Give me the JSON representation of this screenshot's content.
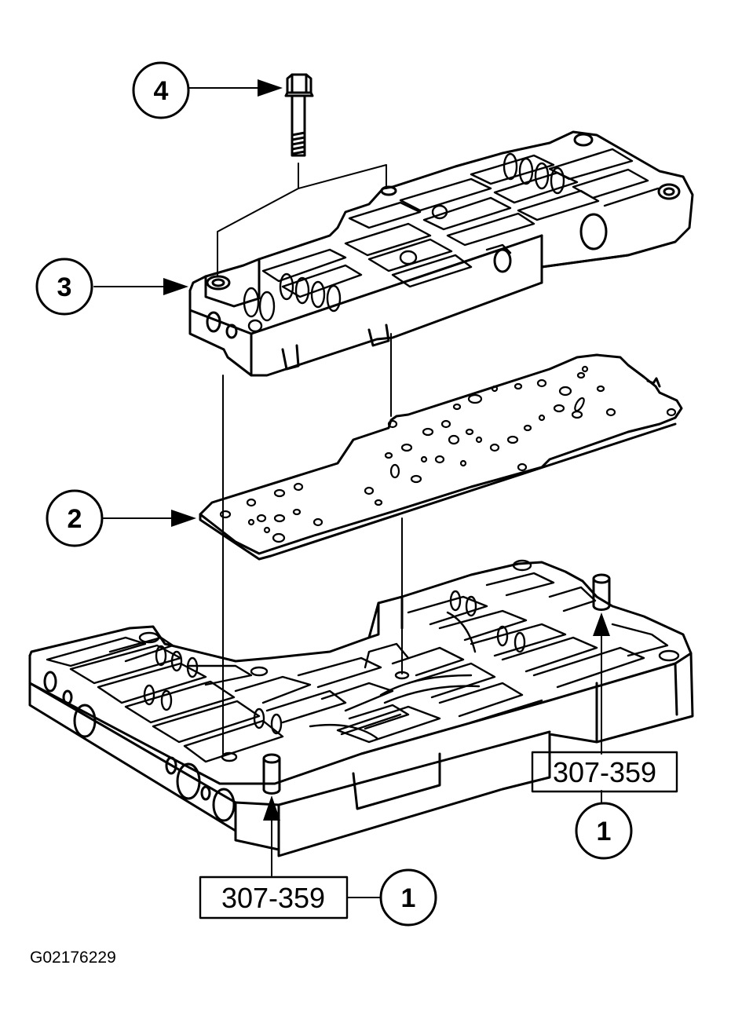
{
  "callouts": [
    {
      "id": "c4",
      "label": "4"
    },
    {
      "id": "c3",
      "label": "3"
    },
    {
      "id": "c2",
      "label": "2"
    },
    {
      "id": "c1a",
      "label": "1"
    },
    {
      "id": "c1b",
      "label": "1"
    }
  ],
  "tools": [
    {
      "id": "t1",
      "label": "307-359"
    },
    {
      "id": "t2",
      "label": "307-359"
    }
  ],
  "figure_id": "G02176229",
  "colors": {
    "line": "#000000",
    "background": "#ffffff"
  }
}
